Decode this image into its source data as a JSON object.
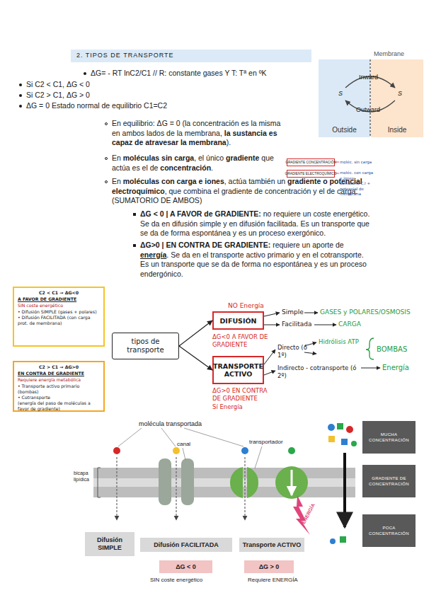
{
  "diagram": {
    "title": "2. TIPOS DE TRANSPORTE",
    "nodes": [
      {
        "text": [
          "Outside"
        ]
      },
      {
        "text": [
          "Inside"
        ]
      },
      {
        "text": [
          "GRADIENTE CONCENTRACIÓN"
        ]
      },
      {
        "text": [
          "GRADIENTE ELECTROQUÍMICO"
        ]
      },
      {
        "text": [
          "C2 < C1 → ΔG<0",
          "A FAVOR DE GRADIENTE",
          "SIN coste energético",
          "• Difusión SIMPLE (gases + polares)",
          "• Difusión FACILITADA (con carga prot. de membrana)"
        ]
      },
      {
        "text": [
          "C2 > C1 → ΔG>0",
          "EN CONTRA DE GRADIENTE",
          "Requiere energía metabólica",
          "• Transporte activo primario (bombas)",
          "• Cotransporte",
          "(energía del paso de moléculas a favor de gradiente)"
        ]
      },
      {
        "text": [
          "tipos de transporte"
        ]
      },
      {
        "text": [
          "DIFUSIÓN"
        ]
      },
      {
        "text": [
          "TRANSPORTE ACTIVO"
        ]
      },
      {
        "text": [
          "Difusión SIMPLE"
        ]
      },
      {
        "text": [
          "Difusión FACILITADA"
        ]
      },
      {
        "text": [
          "Transporte ACTIVO"
        ]
      },
      {
        "text": [
          "ΔG < 0"
        ]
      },
      {
        "text": [
          "ΔG > 0"
        ]
      },
      {
        "text": [
          "MUCHA CONCENTRACIÓN"
        ]
      },
      {
        "text": [
          "GRADIENTE DE CONCENTRACIÓN"
        ]
      },
      {
        "text": [
          "POCA CONCENTRACIÓN"
        ]
      }
    ],
    "edges": [
      {
        "from": 6,
        "to": 7,
        "arrow": "to"
      },
      {
        "from": 6,
        "to": 8,
        "arrow": "to"
      }
    ],
    "labels": [
      "ΔG= - RT lnC2/C1 // R: constante gases Y T: Tª en ºK",
      "Si C2 < C1, ΔG < 0",
      "Si C2 > C1, ΔG > 0",
      "ΔG = 0 Estado normal de equilibrio C1=C2",
      "En equilibrio: ΔG = 0 (la concentración es la misma en ambos lados de la membrana,",
      "la sustancia es capaz de atravesar la membrana",
      ").",
      "En",
      "moléculas sin carga",
      ", el único",
      "gradiente",
      "que actúa es el de",
      "concentración",
      ".",
      "En",
      "moléculas con carga e iones",
      ", actúa también un",
      "gradiente o potencial electroquímico",
      ", que combina el gradiente de concentración y el de carga. (SUMATORIO DE AMBOS)",
      "ΔG < 0 | A FAVOR de GRADIENTE:",
      "no requiere un coste energético. Se da en difusión simple y en difusión facilitada. Es un transporte que se da de forma espontánea y es un proceso exergónico.",
      "ΔG>0 | EN CONTRA DE GRADIENTE:",
      "requiere un aporte de",
      "energía",
      ". Se da en el transporte activo primario y en el cotransporte. Es un transporte que se da de forma no espontánea y es un proceso endergónico.",
      "Membrane",
      "Inward",
      "Outward",
      "S",
      "S",
      "moléc. sin carga",
      "moléc. con carga e iones: sumatorio C.I + potencial de membrana",
      "NO Energía",
      "ΔG<0 A FAVOR DE GRADIENTE",
      "Simple",
      "GASES y POLARES/OSMOSIS",
      "Facilitada",
      "CARGA",
      "Directo (ó 1º)",
      "Hidrólisis ATP",
      "BOMBAS",
      "Indirecto - cotransporte (ó 2º)",
      "Energía",
      "ΔG>0 EN CONTRA DE GRADIENTE",
      "Sí Energía",
      "molécula transportada",
      "canal",
      "transportador",
      "bicapa lipídica",
      "ENERGÍA",
      "SIN coste energético",
      "Requiere ENERGÍA"
    ]
  }
}
